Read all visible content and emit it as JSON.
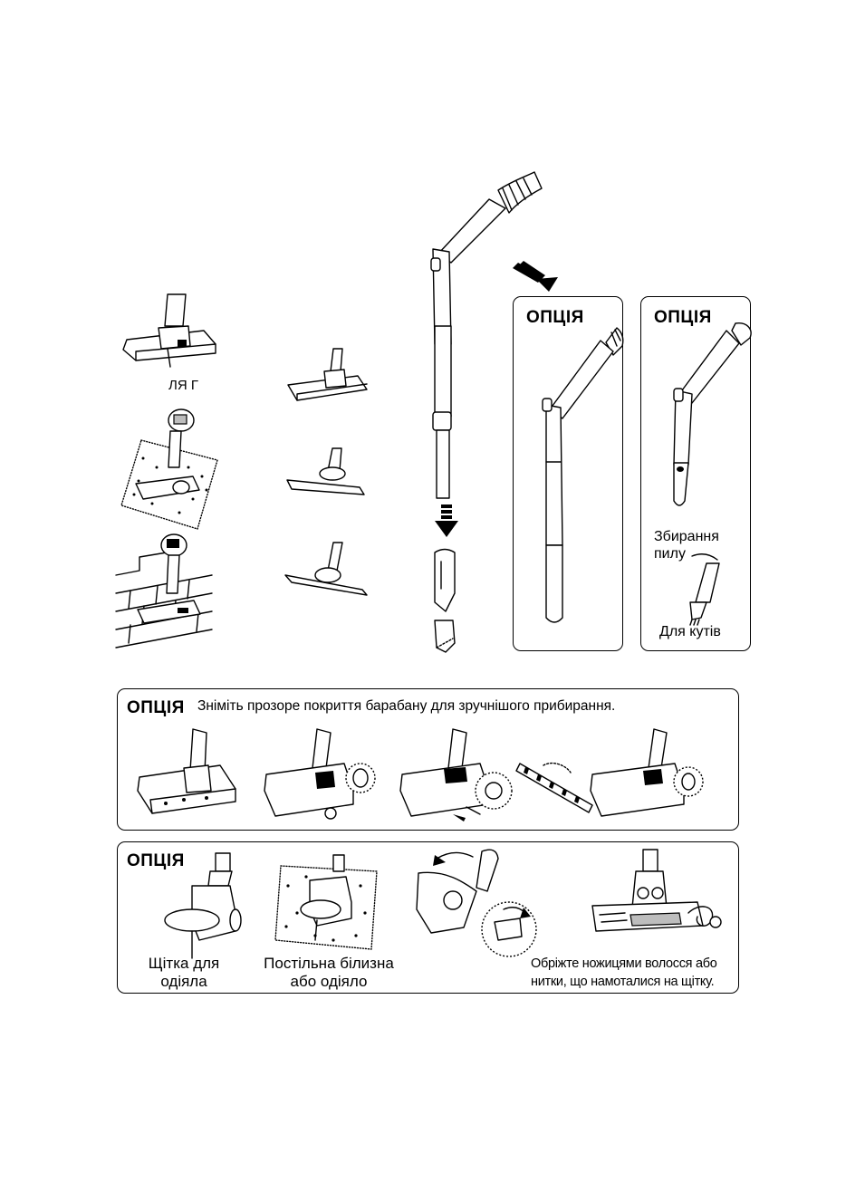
{
  "top": {
    "nozzle_label_fragment": "ЛЯ Г",
    "arrow_icon": "double-arrow-down-right-icon"
  },
  "option_box_1": {
    "label": "ОПЦІЯ"
  },
  "option_box_2": {
    "label": "ОПЦІЯ",
    "dust_label": "Збирання\nпилу",
    "corner_label": "Для кутів"
  },
  "turbo_panel": {
    "label": "ОПЦІЯ",
    "instruction": "Зніміть прозоре покриття барабану для зручнішого прибирання."
  },
  "blanket_panel": {
    "label": "ОПЦІЯ",
    "brush_caption": "Щітка для\nодіяла",
    "bedding_caption": "Постільна білизна\nабо одіяло",
    "scissors_note": "Обріжте ножицями волосся або\nнитки, що намоталися на щітку."
  }
}
